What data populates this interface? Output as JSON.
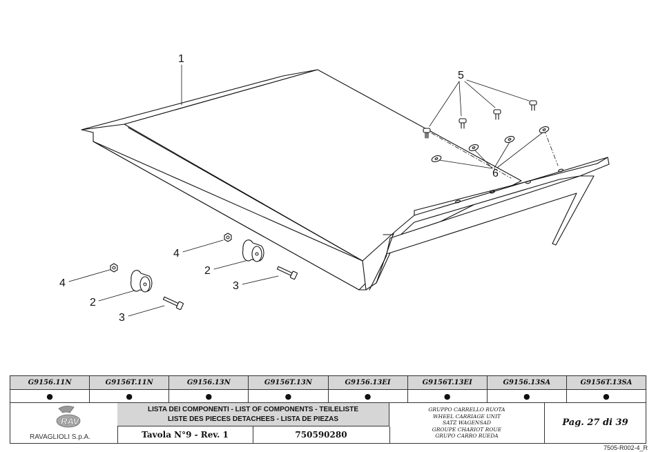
{
  "drawing": {
    "callouts": {
      "part1": "1",
      "part2a": "2",
      "part2b": "2",
      "part3a": "3",
      "part3b": "3",
      "part4a": "4",
      "part4b": "4",
      "part5": "5",
      "part6": "6"
    }
  },
  "models": {
    "codes": [
      "G9156.11N",
      "G9156T.11N",
      "G9156.13N",
      "G9156T.13N",
      "G9156.13EI",
      "G9156T.13EI",
      "G9156.13SA",
      "G9156T.13SA"
    ],
    "marks": [
      "●",
      "●",
      "●",
      "●",
      "●",
      "●",
      "●",
      "●"
    ]
  },
  "title_block": {
    "company": "RAVAGLIOLI S.p.A.",
    "logo_text": "RAV",
    "list_title_line1": "LISTA DEI COMPONENTI - LIST OF COMPONENTS - TEILELISTE",
    "list_title_line2": "LISTE DES PIECES DETACHEES - LISTA DE PIEZAS",
    "tavola": "Tavola N°9 - Rev. 1",
    "drawing_code": "750590280",
    "group_names": [
      "GRUPPO CARRELLO RUOTA",
      "WHEEL CARRIAGE UNIT",
      "SATZ WAGENSAD",
      "GROUPE CHARIOT ROUE",
      "GRUPO CARRO RUEDA"
    ],
    "page": "Pag. 27 di 39",
    "doc_ref": "7505-R002-4_R"
  },
  "colors": {
    "header_fill": "#d6d6d6",
    "line": "#111111"
  }
}
